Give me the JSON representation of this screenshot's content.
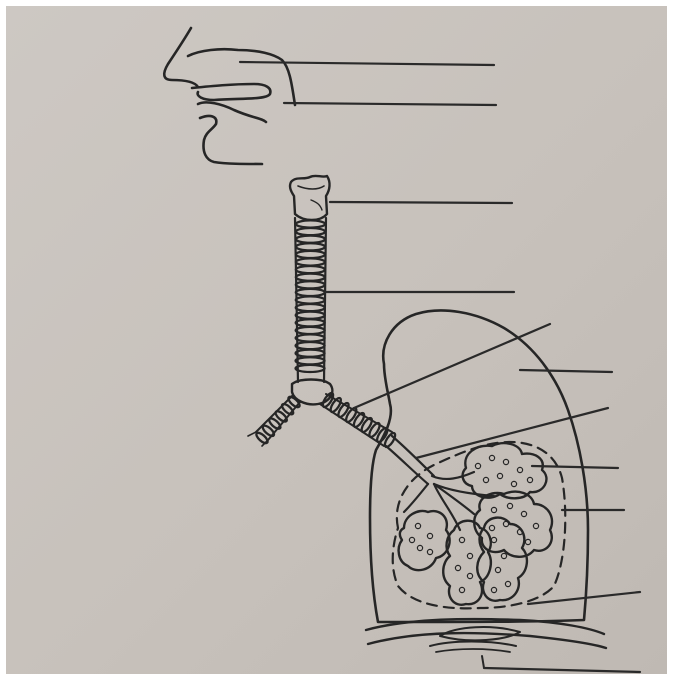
{
  "diagram": {
    "paper_color": "#c9c3bd",
    "ink_color": "#262626",
    "structures": [
      "nasal-cavity",
      "oral-cavity",
      "larynx",
      "trachea",
      "bronchus",
      "bronchiole",
      "lung",
      "alveoli",
      "pleura",
      "diaphragm"
    ],
    "labels": [
      {
        "text": ""
      },
      {
        "text": ""
      },
      {
        "text": ""
      },
      {
        "text": ""
      },
      {
        "text": ""
      },
      {
        "text": ""
      },
      {
        "text": ""
      },
      {
        "text": ""
      },
      {
        "text": ""
      },
      {
        "text": ""
      },
      {
        "text": ""
      }
    ]
  }
}
